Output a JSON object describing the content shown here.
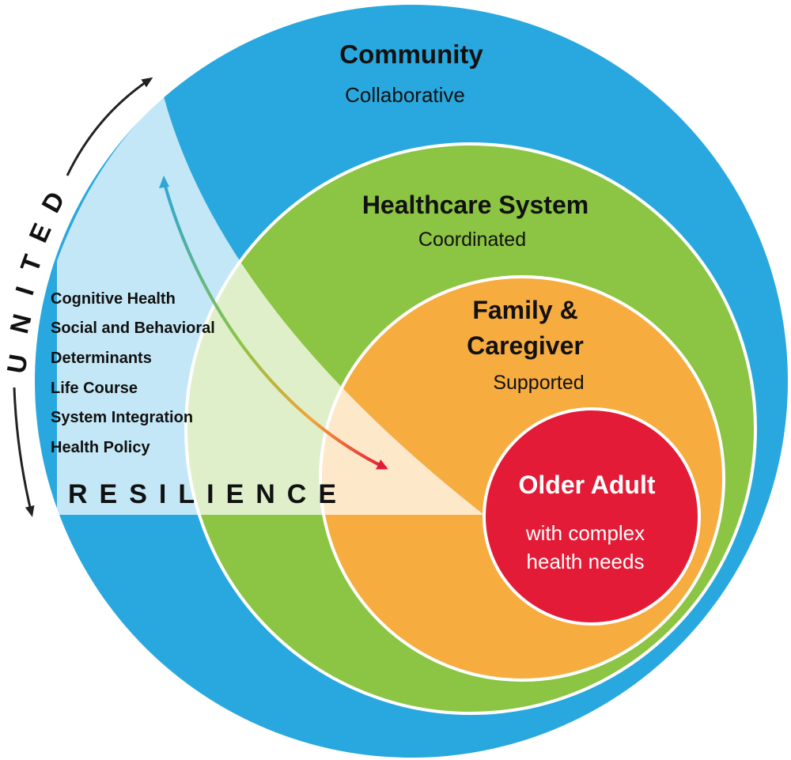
{
  "layers": {
    "community": {
      "title": "Community",
      "subtitle": "Collaborative",
      "color": "#29A8DF"
    },
    "healthcare": {
      "title": "Healthcare System",
      "subtitle": "Coordinated",
      "color": "#8CC443"
    },
    "family": {
      "title_line1": "Family &",
      "title_line2": "Caregiver",
      "subtitle": "Supported",
      "color": "#F7AC40"
    },
    "older_adult": {
      "title": "Older Adult",
      "subtitle_line1": "with complex",
      "subtitle_line2": "health needs",
      "color": "#E31B36"
    }
  },
  "united": {
    "letters": [
      "U",
      "N",
      "I",
      "T",
      "E",
      "D"
    ]
  },
  "resilience": {
    "label": "RESILIENCE"
  },
  "factors": [
    "Cognitive Health",
    "Social and Behavioral",
    "Determinants",
    "Life Course",
    "System Integration",
    "Health Policy"
  ]
}
